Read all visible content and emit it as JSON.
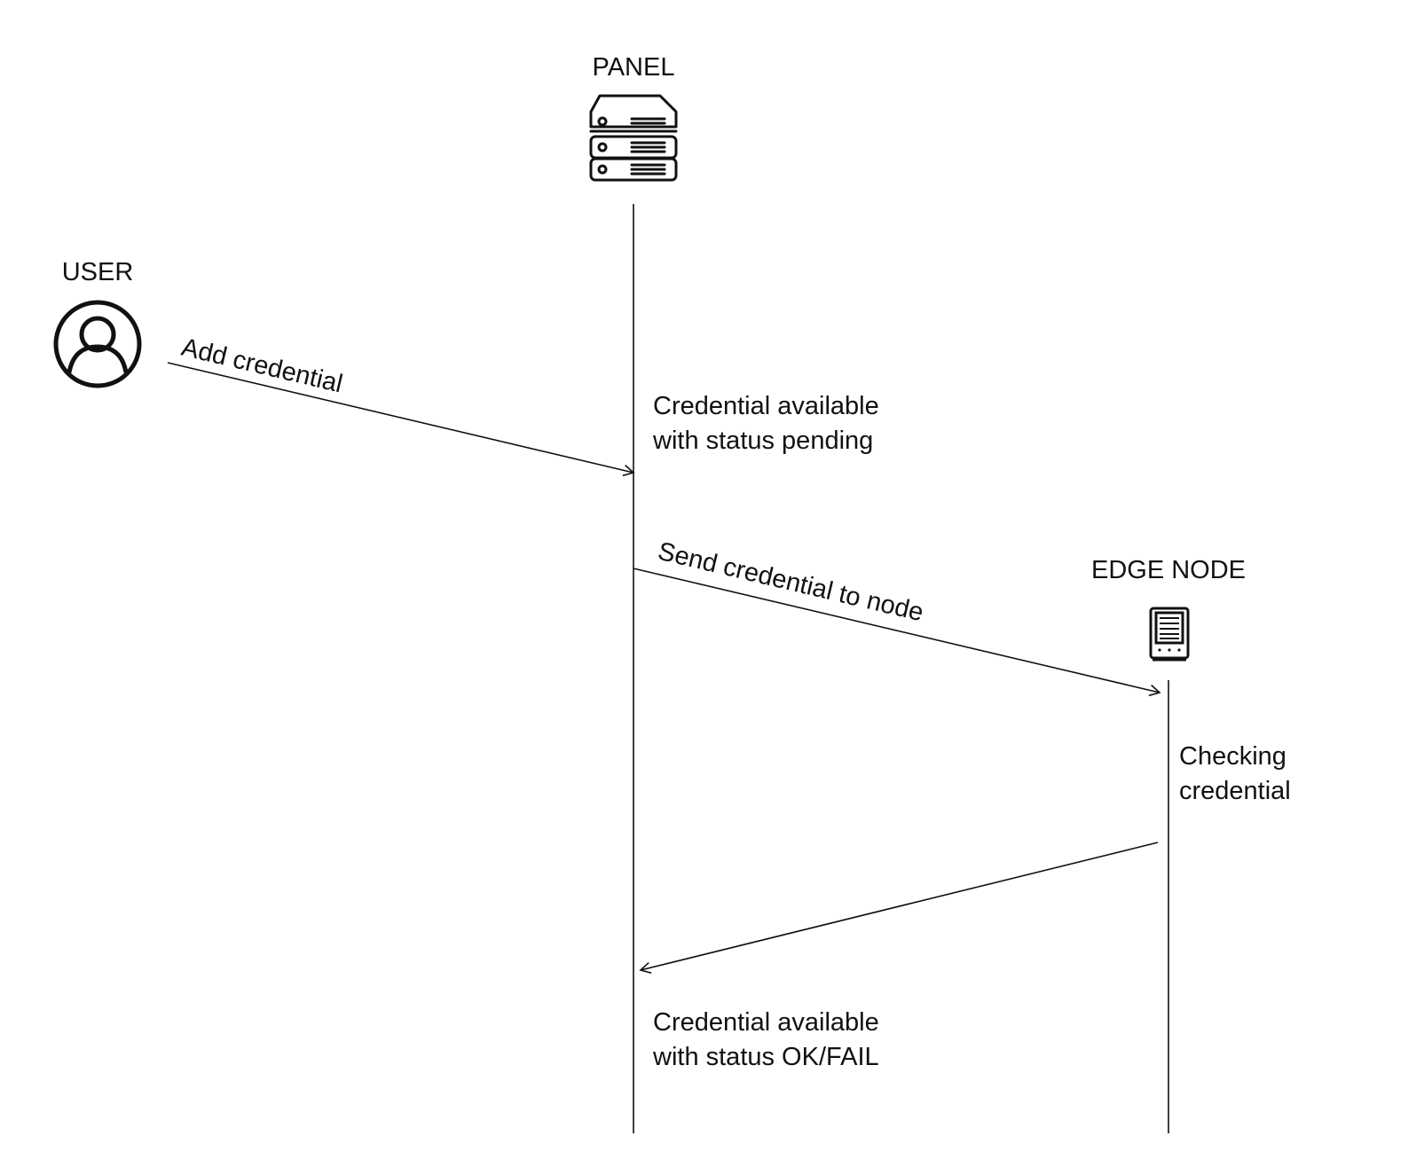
{
  "diagram": {
    "type": "sequence",
    "actors": {
      "user": {
        "label": "USER",
        "icon": "user-icon"
      },
      "panel": {
        "label": "PANEL",
        "icon": "server-stack-icon"
      },
      "edge": {
        "label": "EDGE NODE",
        "icon": "edge-device-icon"
      }
    },
    "messages": {
      "add": {
        "from": "USER",
        "to": "PANEL",
        "label": "Add credential"
      },
      "send": {
        "from": "PANEL",
        "to": "EDGE NODE",
        "label": "Send credential to node"
      },
      "reply": {
        "from": "EDGE NODE",
        "to": "PANEL",
        "label": ""
      }
    },
    "notes": {
      "pending": {
        "line1": "Credential available",
        "line2": "with status pending"
      },
      "checking": {
        "line1": "Checking",
        "line2": "credential"
      },
      "result": {
        "line1": "Credential available",
        "line2": "with status OK/FAIL"
      }
    },
    "colors": {
      "stroke": "#111111",
      "background": "#ffffff"
    }
  }
}
